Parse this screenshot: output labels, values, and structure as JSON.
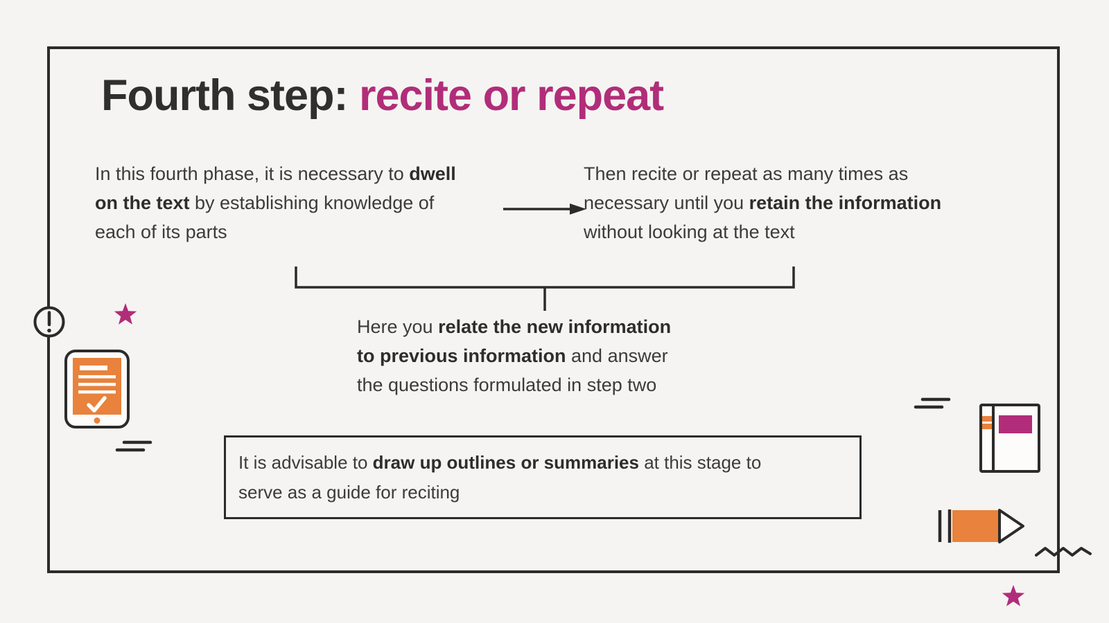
{
  "theme": {
    "bg": "#f5f4f2",
    "ink": "#2b2b2b",
    "magenta": "#b12d79",
    "orange": "#e8823c",
    "white": "#fdfcfb",
    "text": "#3b3b3b",
    "bold": "#2d2d2d"
  },
  "title": {
    "prefix": "Fourth step: ",
    "highlight": "recite or repeat"
  },
  "notes": {
    "left": {
      "runs": [
        {
          "text": "In this fourth phase, it is necessary to "
        },
        {
          "text": "dwell\non the text",
          "bold": true
        },
        {
          "text": " by establishing knowledge of\neach of its parts"
        }
      ]
    },
    "right": {
      "runs": [
        {
          "text": "Then recite or repeat as many times as\nnecessary until you "
        },
        {
          "text": "retain the information",
          "bold": true
        },
        {
          "text": "\nwithout looking at the text"
        }
      ]
    },
    "center": {
      "runs": [
        {
          "text": "Here you "
        },
        {
          "text": "relate the new information\nto previous information",
          "bold": true
        },
        {
          "text": " and answer\nthe questions formulated in step two"
        }
      ]
    },
    "box": {
      "runs": [
        {
          "text": "It is advisable to "
        },
        {
          "text": "draw up outlines or summaries",
          "bold": true
        },
        {
          "text": " at this stage to\nserve as a guide for reciting"
        }
      ]
    }
  },
  "icons": {
    "alert": "exclamation-circle",
    "star_top": "star",
    "tablet": "tablet-checklist",
    "equals_left": "equals-lines",
    "equals_right": "equals-lines",
    "notebook": "notebook",
    "pencil": "pencil",
    "squiggle": "zigzag-line",
    "star_bottom": "star"
  }
}
